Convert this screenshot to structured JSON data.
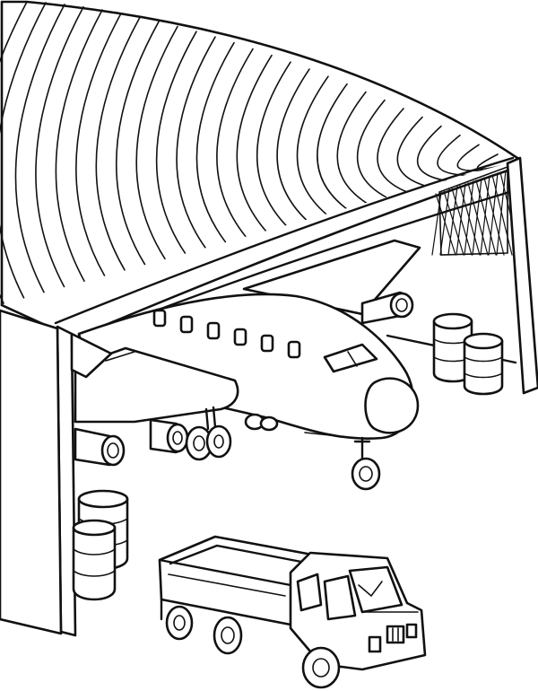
{
  "scene": {
    "subjects": [
      "hangar",
      "airplane",
      "fuel-barrels",
      "dump-truck"
    ],
    "palette": {
      "ink": "#111111",
      "paper": "#ffffff"
    }
  }
}
